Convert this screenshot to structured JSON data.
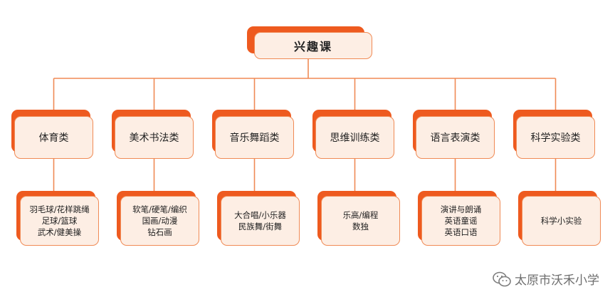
{
  "root": {
    "label": "兴趣课"
  },
  "categories": [
    {
      "label": "体育类",
      "items": "羽毛球/花样跳绳\n足球/篮球\n武术/健美操"
    },
    {
      "label": "美术书法类",
      "items": "软笔/硬笔/编织\n国画/动漫\n钻石画"
    },
    {
      "label": "音乐舞蹈类",
      "items": "大合唱/小乐器\n民族舞/街舞"
    },
    {
      "label": "思维训练类",
      "items": "乐高/编程\n数独"
    },
    {
      "label": "语言表演类",
      "items": "演讲与朗诵\n英语童谣\n英语口语"
    },
    {
      "label": "科学实验类",
      "items": "科学小实验"
    }
  ],
  "watermark": {
    "text": "太原市沃禾小学",
    "icon": "wechat-icon"
  },
  "colors": {
    "accent": "#ee5a1f",
    "border": "#f08a55",
    "fill": "#fdeee4",
    "line": "#f08a55"
  }
}
